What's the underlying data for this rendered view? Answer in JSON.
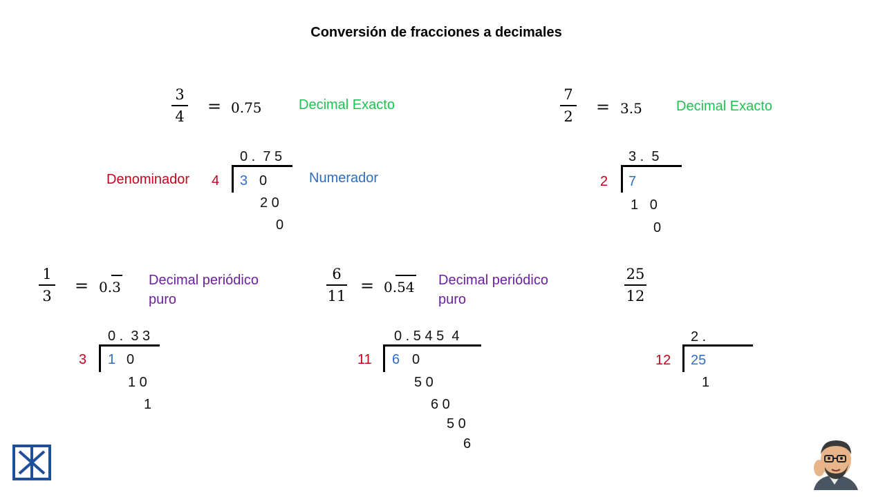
{
  "title": "Conversión de fracciones a decimales",
  "labels": {
    "denominador": "Denominador",
    "numerador": "Numerador",
    "exact": "Decimal Exacto",
    "periodic_line1": "Decimal periódico",
    "periodic_line2": "puro"
  },
  "colors": {
    "green": "#1ec24e",
    "purple": "#6c1fa0",
    "red": "#c8001e",
    "blue": "#2e6ec0"
  },
  "p1": {
    "num": "3",
    "den": "4",
    "eq": "=",
    "result": "0.75",
    "quotient": "0 .  7 5",
    "divisor": "4",
    "dividend": "3",
    "dividend_zero": "0",
    "r1": "2 0",
    "r2": "0"
  },
  "p2": {
    "num": "7",
    "den": "2",
    "eq": "=",
    "result": "3.5",
    "quotient": "3 .  5",
    "divisor": "2",
    "dividend": "7",
    "r1": "1   0",
    "r2": "0"
  },
  "p3": {
    "num": "1",
    "den": "3",
    "eq": "=",
    "result_prefix": "0.",
    "result_period": "3",
    "quotient": "0 .  3 3",
    "divisor": "3",
    "dividend": "1",
    "dividend_zero": "0",
    "r1": "1 0",
    "r2": "1"
  },
  "p4": {
    "num": "6",
    "den": "11",
    "eq": "=",
    "result_prefix": "0.",
    "result_period": "54",
    "quotient": "0 . 5 4 5  4",
    "divisor": "11",
    "dividend": "6",
    "dividend_zero": "0",
    "r1": "5 0",
    "r2": "6 0",
    "r3": "5 0",
    "r4": "6"
  },
  "p5": {
    "num": "25",
    "den": "12",
    "quotient": "2 .",
    "divisor": "12",
    "dividend": "25",
    "r1": "1"
  },
  "icons": {
    "logo": "geometric-x-logo-icon",
    "avatar": "cartoon-teacher-avatar"
  }
}
